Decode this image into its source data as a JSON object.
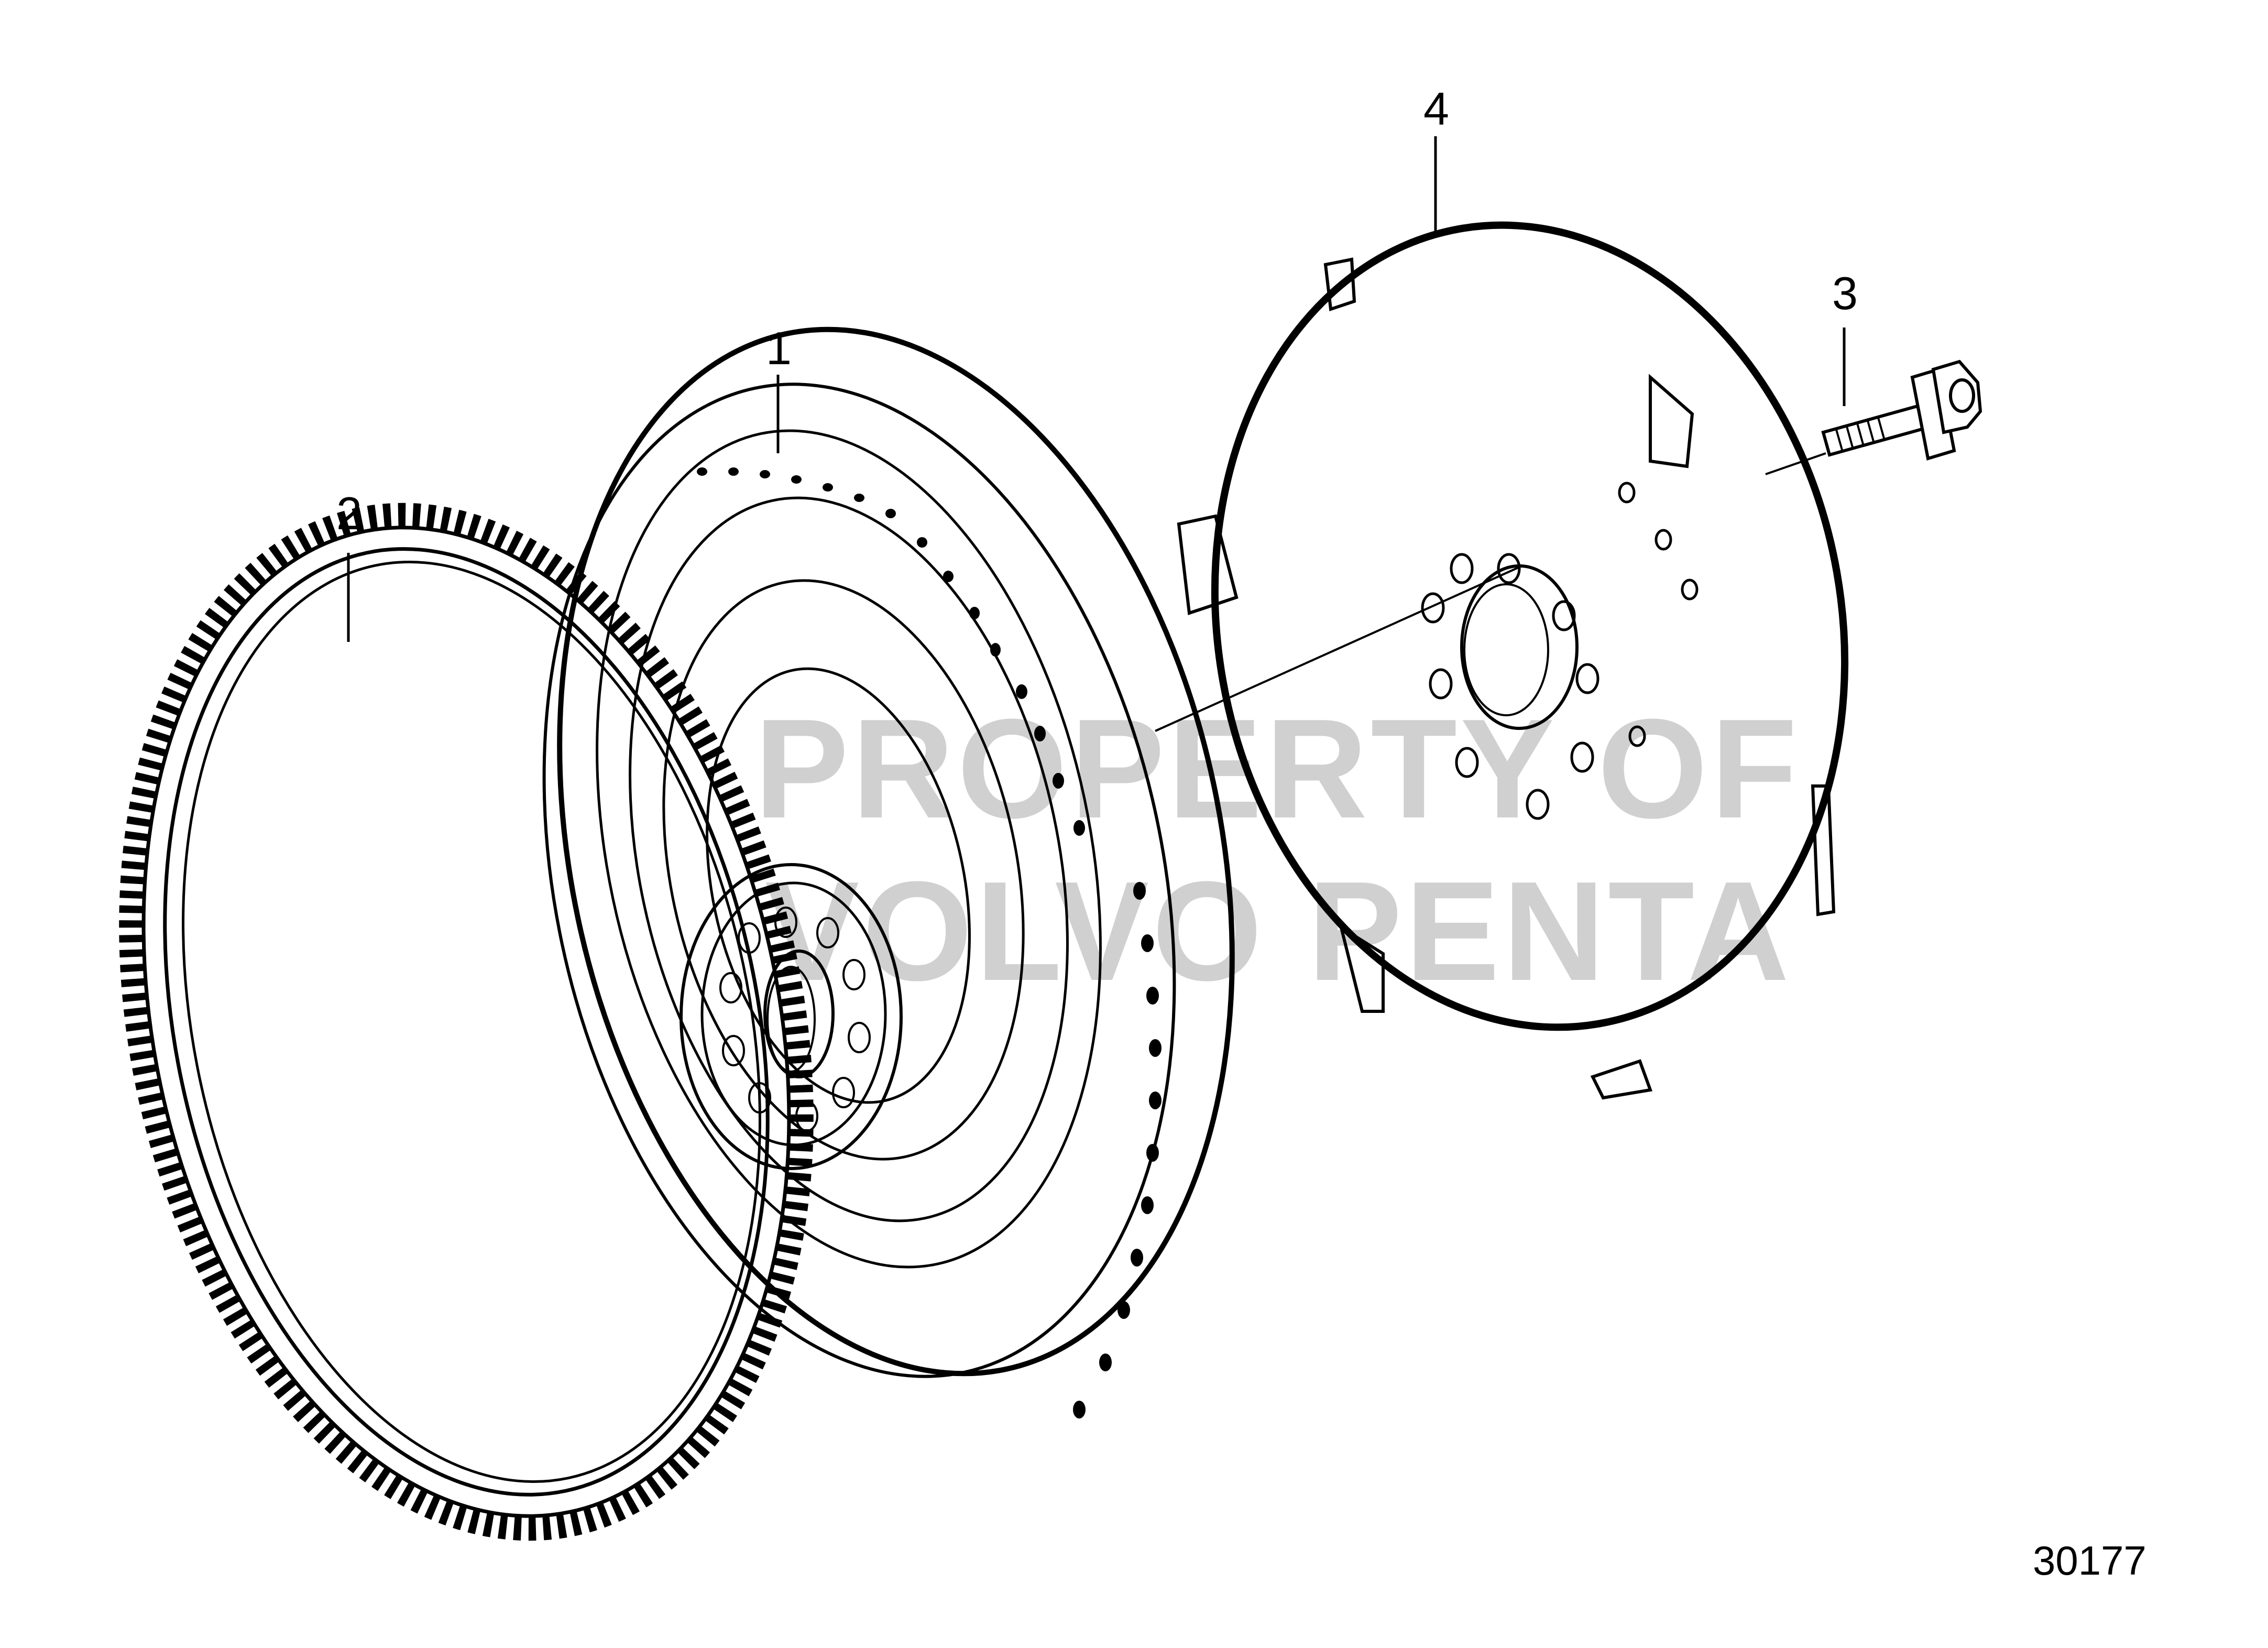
{
  "callouts": [
    "1",
    "2",
    "3",
    "4"
  ],
  "document_number": "30177",
  "watermark": [
    "PROPERTY OF",
    "VOLVO PENTA"
  ]
}
